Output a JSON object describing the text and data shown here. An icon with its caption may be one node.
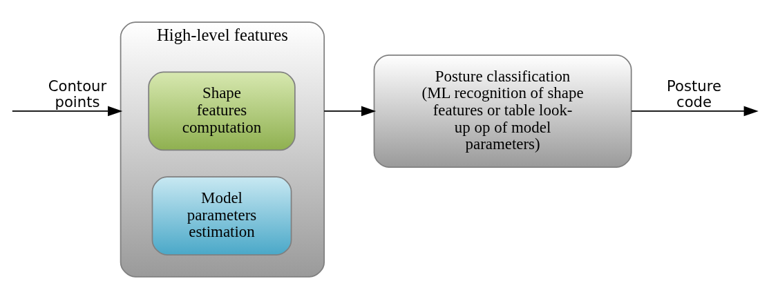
{
  "diagram": {
    "nodes": [
      {
        "text": [
          "High-level features"
        ]
      },
      {
        "text": [
          "Shape features computation"
        ],
        "in": 0
      },
      {
        "text": [
          "Model parameters estimation"
        ],
        "in": 0
      },
      {
        "text": [
          "Posture classification (ML recognition of shape features or table look-up op of model parameters)"
        ]
      }
    ],
    "edges": [
      {
        "from": null,
        "to": 0,
        "arrow": "to",
        "label": "Contour points"
      },
      {
        "from": 0,
        "to": 3,
        "arrow": "to"
      },
      {
        "from": 3,
        "to": null,
        "arrow": "to",
        "label": "Posture code"
      }
    ]
  }
}
